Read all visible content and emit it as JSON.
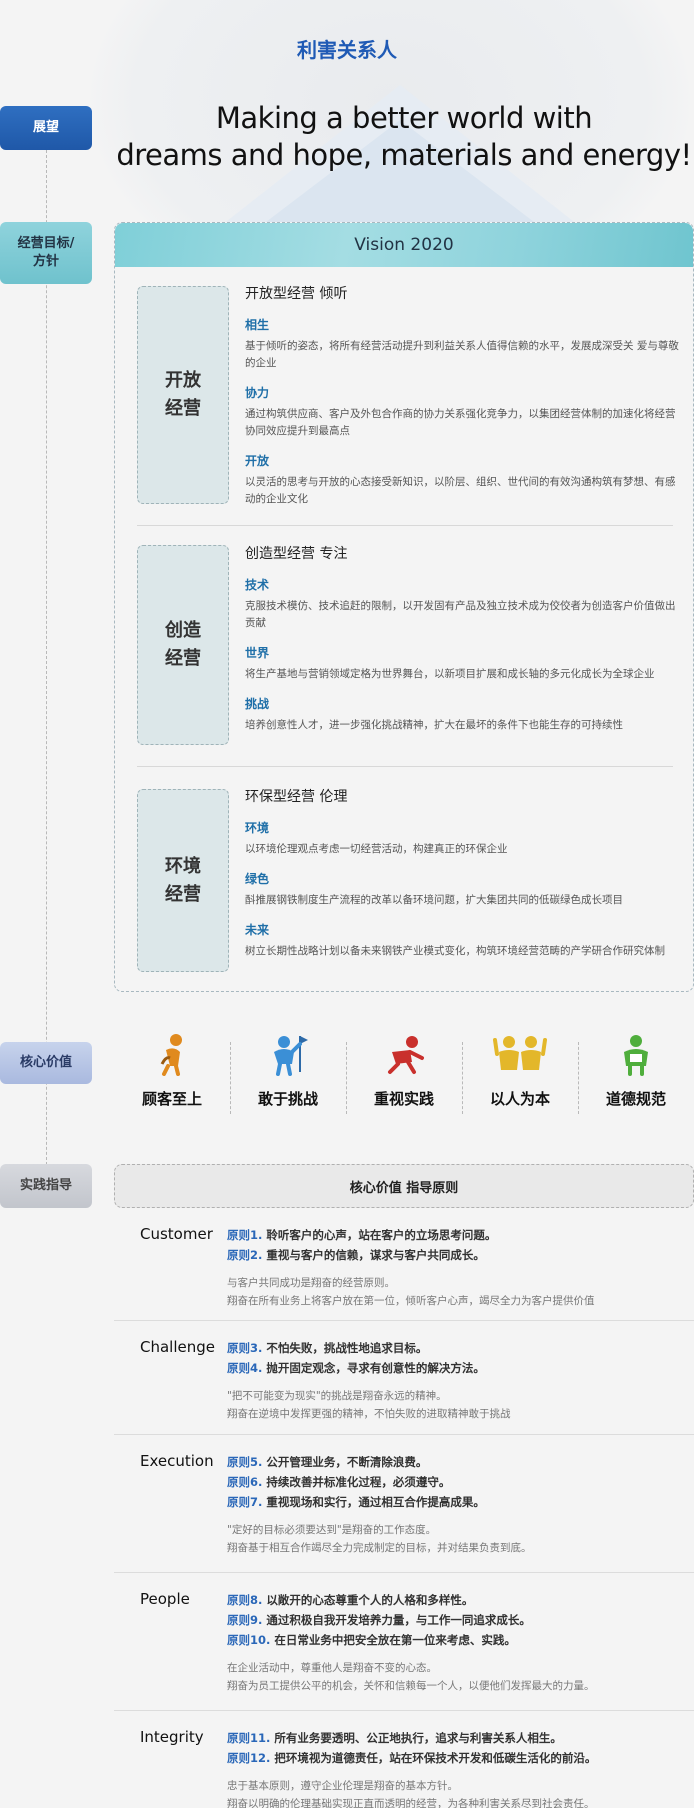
{
  "page_title": "利害关系人",
  "side_labels": {
    "vision": "展望",
    "goal_line1": "经营目标/",
    "goal_line2": "方针",
    "core": "核心价值",
    "practice": "实践指导"
  },
  "slogan": {
    "line1": "Making a better world with",
    "line2": "dreams and hope, materials and energy!"
  },
  "vision": {
    "header": "Vision 2020",
    "sections": [
      {
        "pillar_line1": "开放",
        "pillar_line2": "经营",
        "title": "开放型经营 倾听",
        "items": [
          {
            "title": "相生",
            "desc": "基于倾听的姿态，将所有经营活动提升到利益关系人值得信赖的水平，发展成深受关 爱与尊敬的企业"
          },
          {
            "title": "协力",
            "desc": "通过构筑供应商、客户及外包合作商的协力关系强化竞争力，以集团经营体制的加速化将经营协同效应提升到最高点"
          },
          {
            "title": "开放",
            "desc": "以灵活的思考与开放的心态接受新知识，以阶层、组织、世代间的有效沟通构筑有梦想、有感动的企业文化"
          }
        ]
      },
      {
        "pillar_line1": "创造",
        "pillar_line2": "经营",
        "title": "创造型经营 专注",
        "items": [
          {
            "title": "技术",
            "desc": "克服技术模仿、技术追赶的限制，以开发固有产品及独立技术成为佼佼者为创造客户价值做出贡献"
          },
          {
            "title": "世界",
            "desc": "将生产基地与营销领域定格为世界舞台，以新项目扩展和成长轴的多元化成长为全球企业"
          },
          {
            "title": "挑战",
            "desc": "培养创意性人才，进一步强化挑战精神，扩大在最坏的条件下也能生存的可持续性"
          }
        ]
      },
      {
        "pillar_line1": "环境",
        "pillar_line2": "经营",
        "title": "环保型经营 伦理",
        "items": [
          {
            "title": "环境",
            "desc": "以环境伦理观点考虑一切经营活动，构建真正的环保企业"
          },
          {
            "title": "绿色",
            "desc": "酙推展钢铁制度生产流程的改革以备环境问题，扩大集团共同的低碳绿色成长项目"
          },
          {
            "title": "未来",
            "desc": "树立长期性战略计划以备未来钢铁产业模式变化，构筑环境经营范畴的产学研合作研究体制"
          }
        ]
      }
    ]
  },
  "core_values": [
    {
      "label": "顾客至上",
      "icon": "customer-person-icon",
      "color": "#e08a1e"
    },
    {
      "label": "敢于挑战",
      "icon": "flag-person-icon",
      "color": "#3b8fd6"
    },
    {
      "label": "重视实践",
      "icon": "running-person-icon",
      "color": "#c9302c"
    },
    {
      "label": "以人为本",
      "icon": "two-people-icon",
      "color": "#e3b72a"
    },
    {
      "label": "道德规范",
      "icon": "ethics-person-icon",
      "color": "#4fae3c"
    }
  ],
  "principles": {
    "header": "核心价值 指导原则",
    "groups": [
      {
        "name": "Customer",
        "rules": [
          {
            "num": "原则1.",
            "text": "聆听客户的心声，站在客户的立场思考问题。"
          },
          {
            "num": "原则2.",
            "text": "重视与客户的信赖，谋求与客户共同成长。"
          }
        ],
        "notes": [
          "与客户共同成功是翔奋的经营原则。",
          "翔奋在所有业务上将客户放在第一位，倾听客户心声，竭尽全力为客户提供价值"
        ]
      },
      {
        "name": "Challenge",
        "rules": [
          {
            "num": "原则3.",
            "text": "不怕失败，挑战性地追求目标。"
          },
          {
            "num": "原则4.",
            "text": "抛开固定观念，寻求有创意性的解决方法。"
          }
        ],
        "notes": [
          "\"把不可能变为现实\"的挑战是翔奋永远的精神。",
          "翔奋在逆境中发挥更强的精神，不怕失败的进取精神敢于挑战"
        ]
      },
      {
        "name": "Execution",
        "rules": [
          {
            "num": "原则5.",
            "text": "公开管理业务，不断清除浪费。"
          },
          {
            "num": "原则6.",
            "text": "持续改善并标准化过程，必须遵守。"
          },
          {
            "num": "原则7.",
            "text": "重视现场和实行，通过相互合作提高成果。"
          }
        ],
        "notes": [
          "\"定好的目标必须要达到\"是翔奋的工作态度。",
          "翔奋基于相互合作竭尽全力完成制定的目标，并对结果负责到底。"
        ]
      },
      {
        "name": "People",
        "rules": [
          {
            "num": "原则8.",
            "text": "以敞开的心态尊重个人的人格和多样性。"
          },
          {
            "num": "原则9.",
            "text": "通过积极自我开发培养力量，与工作一同追求成长。"
          },
          {
            "num": "原则10.",
            "text": "在日常业务中把安全放在第一位来考虑、实践。"
          }
        ],
        "notes": [
          "在企业活动中，尊重他人是翔奋不变的心态。",
          "翔奋为员工提供公平的机会，关怀和信赖每一个人，以便他们发挥最大的力量。"
        ]
      },
      {
        "name": "Integrity",
        "rules": [
          {
            "num": "原则11.",
            "text": "所有业务要透明、公正地执行，追求与利害关系人相生。"
          },
          {
            "num": "原则12.",
            "text": "把环境视为道德责任，站在环保技术开发和低碳生活化的前沿。"
          }
        ],
        "notes": [
          "忠于基本原则，遵守企业伦理是翔奋的基本方针。",
          "翔奋以明确的伦理基础实现正直而透明的经营，为各种利害关系尽到社会责任。"
        ]
      }
    ]
  }
}
